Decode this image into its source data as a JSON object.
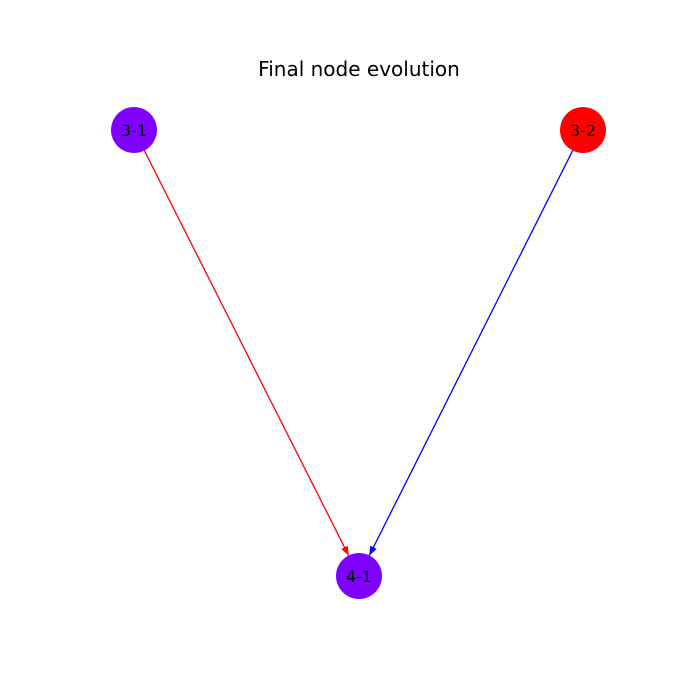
{
  "diagram": {
    "title": "Final node evolution",
    "nodes": [
      {
        "id": "3-1",
        "label": "3-1",
        "color": "#8000ff"
      },
      {
        "id": "3-2",
        "label": "3-2",
        "color": "#ff0000"
      },
      {
        "id": "4-1",
        "label": "4-1",
        "color": "#8000ff"
      }
    ],
    "edges": [
      {
        "from": "3-1",
        "to": "4-1",
        "color": "#ff0000"
      },
      {
        "from": "3-2",
        "to": "4-1",
        "color": "#0000ff"
      }
    ]
  }
}
